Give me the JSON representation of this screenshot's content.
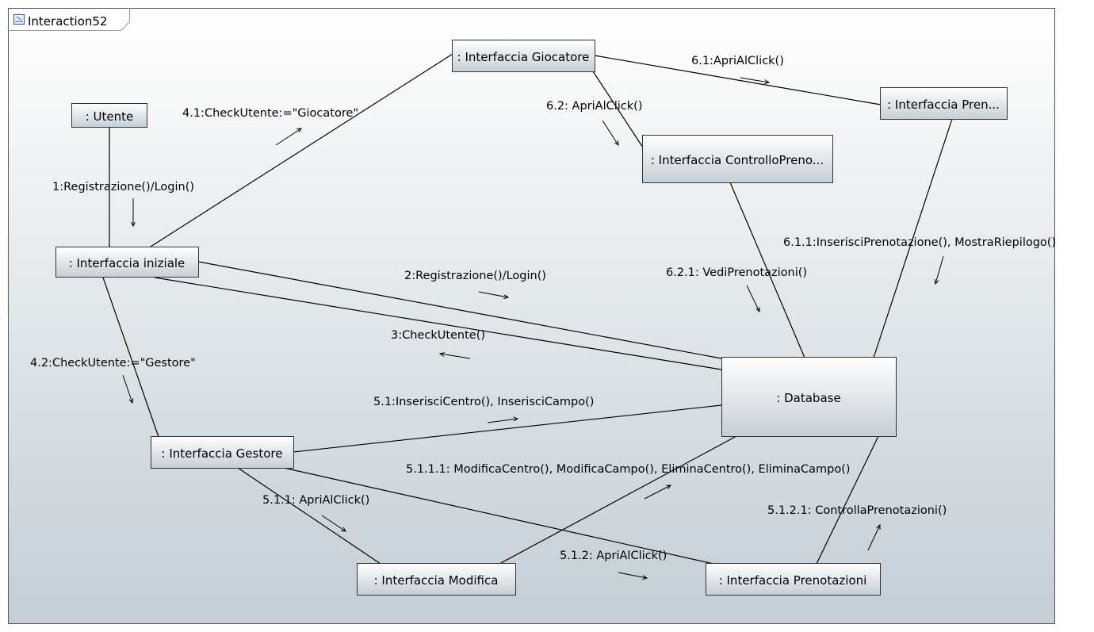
{
  "frame": {
    "title": "Interaction52",
    "icon": "interaction-icon"
  },
  "lifelines": [
    {
      "id": "utente",
      "label": ": Utente"
    },
    {
      "id": "iniziale",
      "label": ": Interfaccia iniziale"
    },
    {
      "id": "giocatore",
      "label": ": Interfaccia Giocatore"
    },
    {
      "id": "pren_short",
      "label": ": Interfaccia Pren..."
    },
    {
      "id": "controllo",
      "label": ": Interfaccia ControlloPreno..."
    },
    {
      "id": "database",
      "label": ": Database"
    },
    {
      "id": "gestore",
      "label": ": Interfaccia Gestore"
    },
    {
      "id": "modifica",
      "label": ": Interfaccia Modifica"
    },
    {
      "id": "prenotazioni",
      "label": ": Interfaccia Prenotazioni"
    }
  ],
  "messages": [
    {
      "id": "m1",
      "label": "1:Registrazione()/Login()"
    },
    {
      "id": "m41",
      "label": "4.1:CheckUtente:=\"Giocatore\""
    },
    {
      "id": "m42",
      "label": "4.2:CheckUtente:=\"Gestore\""
    },
    {
      "id": "m2",
      "label": "2:Registrazione()/Login()"
    },
    {
      "id": "m3",
      "label": "3:CheckUtente()"
    },
    {
      "id": "m51",
      "label": "5.1:InserisciCentro(), InserisciCampo()"
    },
    {
      "id": "m61",
      "label": "6.1:ApriAlClick()"
    },
    {
      "id": "m62",
      "label": "6.2: ApriAlClick()"
    },
    {
      "id": "m611",
      "label": "6.1.1:InserisciPrenotazione(), MostraRiepilogo()"
    },
    {
      "id": "m621",
      "label": "6.2.1: VediPrenotazioni()"
    },
    {
      "id": "m5111",
      "label": "5.1.1.1: ModificaCentro(), ModificaCampo(), EliminaCentro(), EliminaCampo()"
    },
    {
      "id": "m511",
      "label": "5.1.1: ApriAlClick()"
    },
    {
      "id": "m512",
      "label": "5.1.2:  ApriAlClick()"
    },
    {
      "id": "m5121",
      "label": "5.1.2.1: ControllaPrenotazioni()"
    }
  ]
}
